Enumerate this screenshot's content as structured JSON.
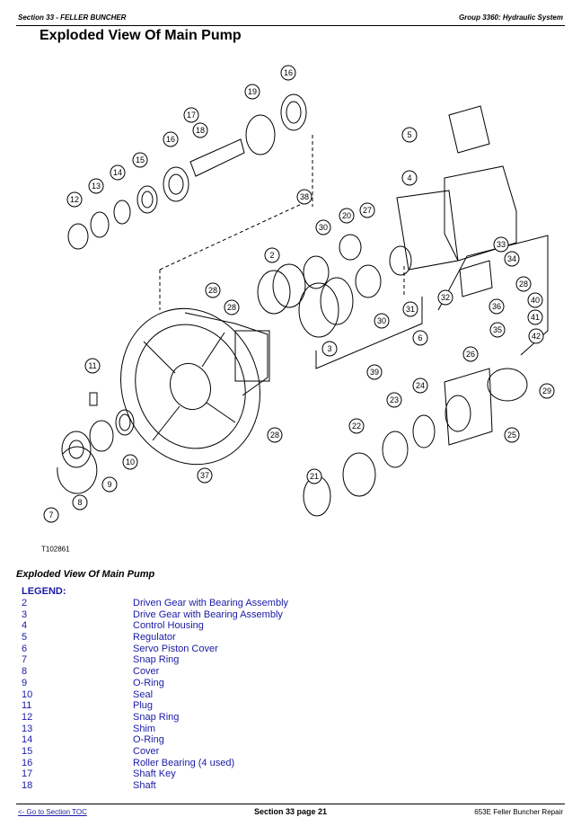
{
  "header": {
    "section": "Section 33 - FELLER BUNCHER",
    "group": "Group 3360: Hydraulic System"
  },
  "title": "Exploded View Of Main Pump",
  "figure_id": "T102861",
  "caption": "Exploded View Of Main Pump",
  "legend": {
    "heading": "LEGEND:",
    "items": [
      {
        "num": "2",
        "desc": "Driven Gear with Bearing Assembly"
      },
      {
        "num": "3",
        "desc": "Drive Gear with Bearing Assembly"
      },
      {
        "num": "4",
        "desc": "Control Housing"
      },
      {
        "num": "5",
        "desc": "Regulator"
      },
      {
        "num": "6",
        "desc": "Servo Piston Cover"
      },
      {
        "num": "7",
        "desc": "Snap Ring"
      },
      {
        "num": "8",
        "desc": "Cover"
      },
      {
        "num": "9",
        "desc": "O-Ring"
      },
      {
        "num": "10",
        "desc": "Seal"
      },
      {
        "num": "11",
        "desc": "Plug"
      },
      {
        "num": "12",
        "desc": "Snap Ring"
      },
      {
        "num": "13",
        "desc": "Shim"
      },
      {
        "num": "14",
        "desc": "O-Ring"
      },
      {
        "num": "15",
        "desc": "Cover"
      },
      {
        "num": "16",
        "desc": "Roller Bearing (4 used)"
      },
      {
        "num": "17",
        "desc": "Shaft Key"
      },
      {
        "num": "18",
        "desc": "Shaft"
      }
    ]
  },
  "callouts": [
    "2",
    "3",
    "4",
    "5",
    "6",
    "7",
    "8",
    "9",
    "10",
    "11",
    "12",
    "13",
    "14",
    "15",
    "16",
    "16",
    "17",
    "18",
    "19",
    "20",
    "21",
    "22",
    "23",
    "24",
    "25",
    "26",
    "27",
    "28",
    "28",
    "28",
    "28",
    "29",
    "30",
    "30",
    "31",
    "32",
    "33",
    "34",
    "35",
    "36",
    "37",
    "38",
    "39",
    "40",
    "41",
    "42"
  ],
  "footer": {
    "toc_link": "<- Go to Section TOC",
    "page": "Section 33 page 21",
    "doc": "653E Feller Buncher Repair"
  }
}
